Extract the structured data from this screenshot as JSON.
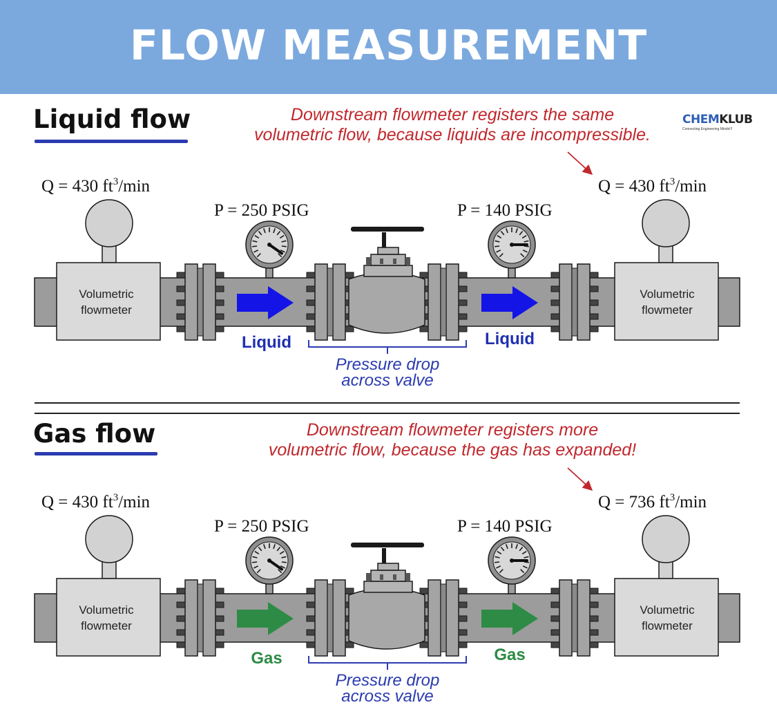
{
  "header": {
    "title": "FLOW MEASUREMENT"
  },
  "logo": {
    "name_part1": "CHEM",
    "name_part2": "KLUB",
    "tagline": "Connecting Engineering Minds!!!"
  },
  "sections": [
    {
      "heading": "Liquid flow",
      "note_line1": "Downstream flowmeter registers the same",
      "note_line2": "volumetric flow, because liquids are incompressible.",
      "upstream_flow_prefix": "Q = 430 ft",
      "upstream_flow_unit": "3",
      "upstream_flow_suffix": "/min",
      "downstream_flow_prefix": "Q = 430 ft",
      "downstream_flow_unit": "3",
      "downstream_flow_suffix": "/min",
      "upstream_pressure": "P = 250 PSIG",
      "downstream_pressure": "P = 140 PSIG",
      "upstream_meter_line1": "Volumetric",
      "upstream_meter_line2": "flowmeter",
      "downstream_meter_line1": "Volumetric",
      "downstream_meter_line2": "flowmeter",
      "fluid_label_left": "Liquid",
      "fluid_label_right": "Liquid",
      "drop_line1": "Pressure drop",
      "drop_line2": "across valve",
      "arrow_color": "#1414e6",
      "fluid_text_color": "#1f2fb0"
    },
    {
      "heading": "Gas flow",
      "note_line1": "Downstream flowmeter registers more",
      "note_line2": "volumetric flow, because the gas has expanded!",
      "upstream_flow_prefix": "Q = 430 ft",
      "upstream_flow_unit": "3",
      "upstream_flow_suffix": "/min",
      "downstream_flow_prefix": "Q = 736 ft",
      "downstream_flow_unit": "3",
      "downstream_flow_suffix": "/min",
      "upstream_pressure": "P = 250 PSIG",
      "downstream_pressure": "P = 140 PSIG",
      "upstream_meter_line1": "Volumetric",
      "upstream_meter_line2": "flowmeter",
      "downstream_meter_line1": "Volumetric",
      "downstream_meter_line2": "flowmeter",
      "fluid_label_left": "Gas",
      "fluid_label_right": "Gas",
      "drop_line1": "Pressure drop",
      "drop_line2": "across valve",
      "arrow_color": "#2e8b45",
      "fluid_text_color": "#2e8b45"
    }
  ]
}
